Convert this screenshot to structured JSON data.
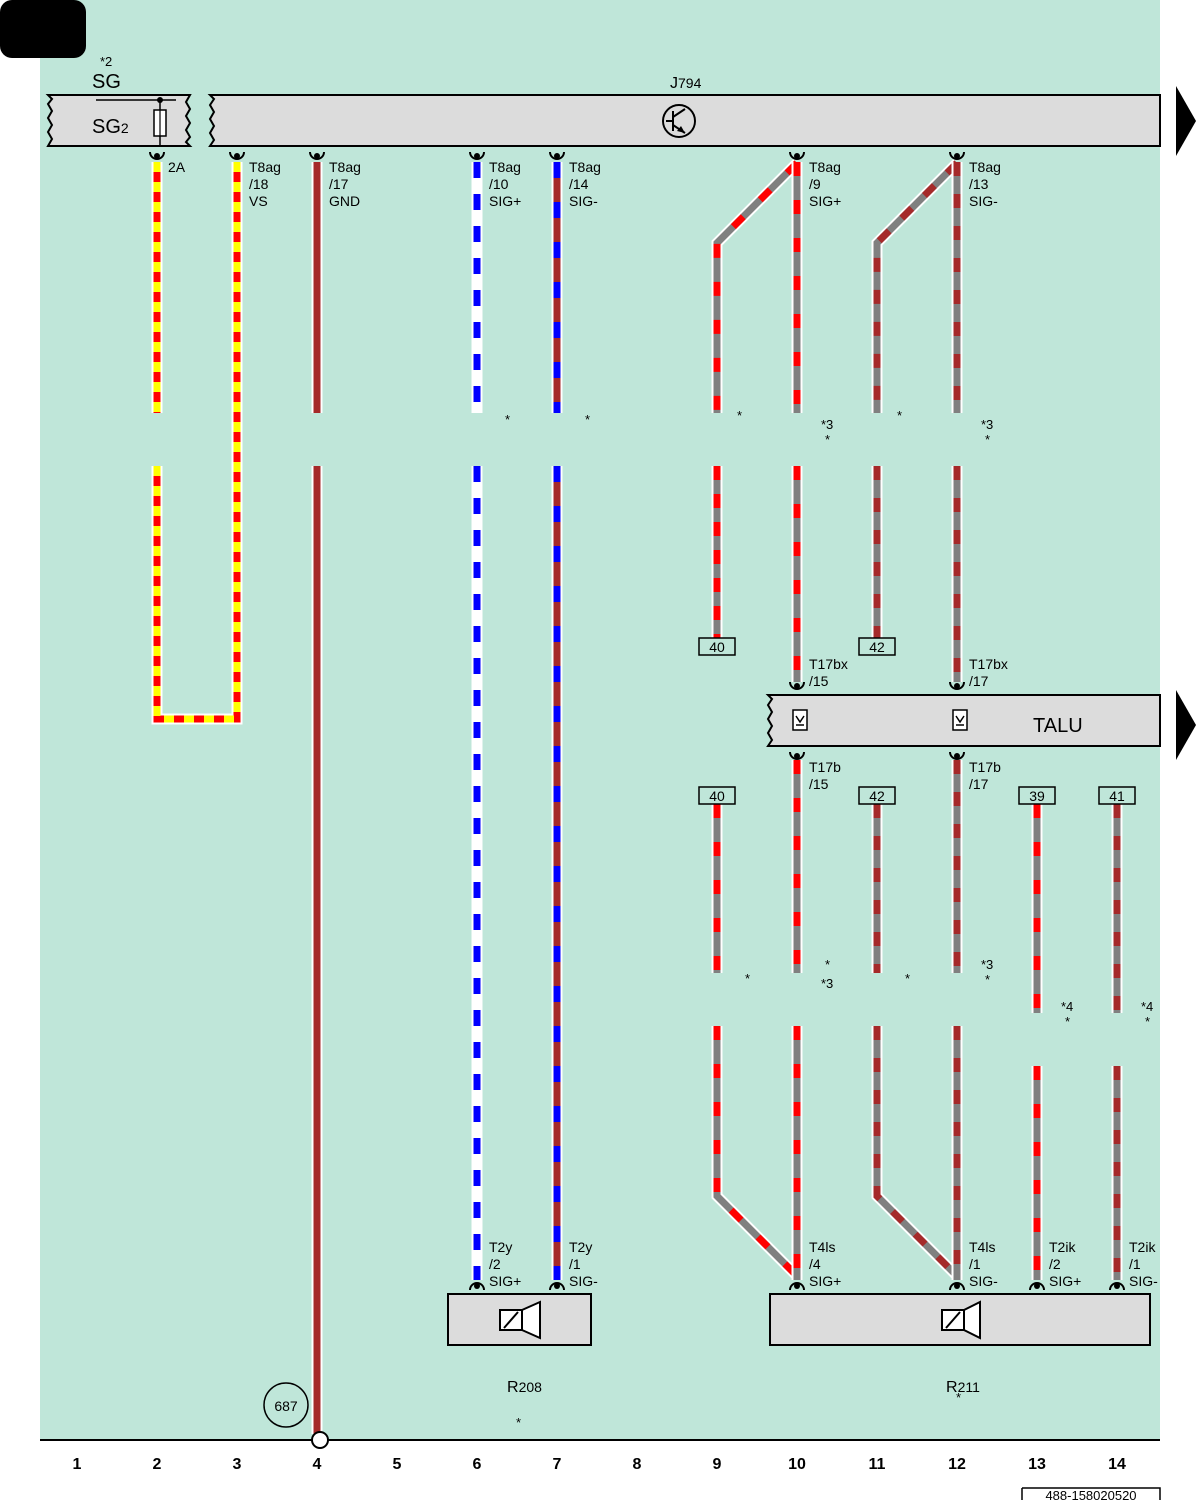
{
  "colors": {
    "background": "#bfe6d9",
    "component_fill": "#dcdcdc",
    "red": "#ff0000",
    "yellow": "#ffff00",
    "blue": "#0000ff",
    "brown": "#a52a2a",
    "grey": "#808080",
    "white": "#ffffff"
  },
  "column_numbers": [
    "1",
    "2",
    "3",
    "4",
    "5",
    "6",
    "7",
    "8",
    "9",
    "10",
    "11",
    "12",
    "13",
    "14"
  ],
  "sg": {
    "note": "*2",
    "name": "SG",
    "label_main": "SG",
    "label_sub": "2"
  },
  "j794": {
    "main": "J",
    "sub": "794",
    "icon": "transistor-icon"
  },
  "talu": {
    "label": "TALU",
    "icon": "connector-symbol-icon"
  },
  "r208": {
    "main": "R",
    "sub": "208",
    "star": "*",
    "icon": "speaker-icon"
  },
  "r211": {
    "main": "R",
    "sub": "211",
    "star": "*",
    "icon": "speaker-icon"
  },
  "ground_ref": "687",
  "doc_id": "488-158020520",
  "pins": {
    "fuse_2a": [
      "2A"
    ],
    "c3_top": [
      "T8ag",
      "/18",
      "VS"
    ],
    "c4_top": [
      "T8ag",
      "/17",
      "GND"
    ],
    "c6_top": [
      "T8ag",
      "/10",
      "SIG+"
    ],
    "c7_top": [
      "T8ag",
      "/14",
      "SIG-"
    ],
    "c10_top": [
      "T8ag",
      "/9",
      "SIG+"
    ],
    "c12_top": [
      "T8ag",
      "/13",
      "SIG-"
    ],
    "c10_talu_top": [
      "T17bx",
      "/15"
    ],
    "c12_talu_top": [
      "T17bx",
      "/17"
    ],
    "c10_talu_bot": [
      "T17b",
      "/15"
    ],
    "c12_talu_bot": [
      "T17b",
      "/17"
    ],
    "c6_bot": [
      "T2y",
      "/2",
      "SIG+"
    ],
    "c7_bot": [
      "T2y",
      "/1",
      "SIG-"
    ],
    "c10_bot": [
      "T4ls",
      "/4",
      "SIG+"
    ],
    "c12_bot": [
      "T4ls",
      "/1",
      "SIG-"
    ],
    "c13_bot": [
      "T2ik",
      "/2",
      "SIG+"
    ],
    "c14_bot": [
      "T2ik",
      "/1",
      "SIG-"
    ]
  },
  "references": {
    "r9_top": "40",
    "r11_top": "42",
    "r9_bot": "40",
    "r11_bot": "42",
    "r13": "39",
    "r14": "41"
  },
  "notes": {
    "c6": [
      "*"
    ],
    "c7": [
      "*"
    ],
    "c9_top": [
      "*"
    ],
    "c10_top": [
      "*3",
      "*"
    ],
    "c11_top": [
      "*"
    ],
    "c12_top": [
      "*3",
      "*"
    ],
    "c9_bot": [
      "*"
    ],
    "c10_bot": [
      "*",
      "*3"
    ],
    "c11_bot": [
      "*"
    ],
    "c12_bot": [
      "*3",
      "*"
    ],
    "c13": [
      "*4",
      "*"
    ],
    "c14": [
      "*4",
      "*"
    ]
  }
}
